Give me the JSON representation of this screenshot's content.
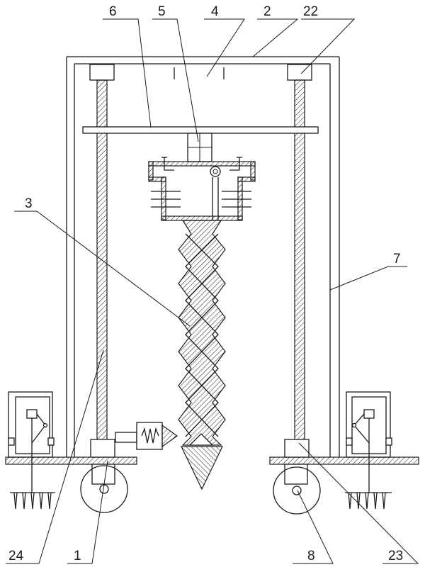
{
  "diagram": {
    "labels": {
      "l6": "6",
      "l5": "5",
      "l4": "4",
      "l2": "2",
      "l22": "22",
      "l3": "3",
      "l7": "7",
      "l24": "24",
      "l1": "1",
      "l8": "8",
      "l23": "23"
    }
  }
}
